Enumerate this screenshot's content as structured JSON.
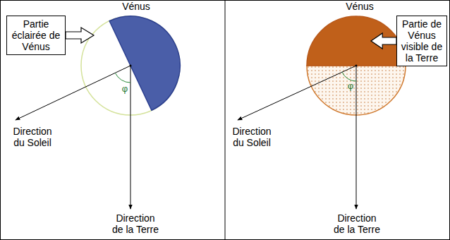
{
  "diagram": {
    "nodes": [
      {
        "text": [
          "Partie éclairée de Vénus"
        ]
      },
      {
        "text": [
          "Partie de Vénus visible de la Terre"
        ]
      }
    ],
    "labels": [
      "Vénus",
      "Direction du Soleil",
      "Direction de la Terre",
      "φ",
      "Vénus",
      "Direction du Soleil",
      "Direction de la Terre",
      "φ"
    ]
  }
}
